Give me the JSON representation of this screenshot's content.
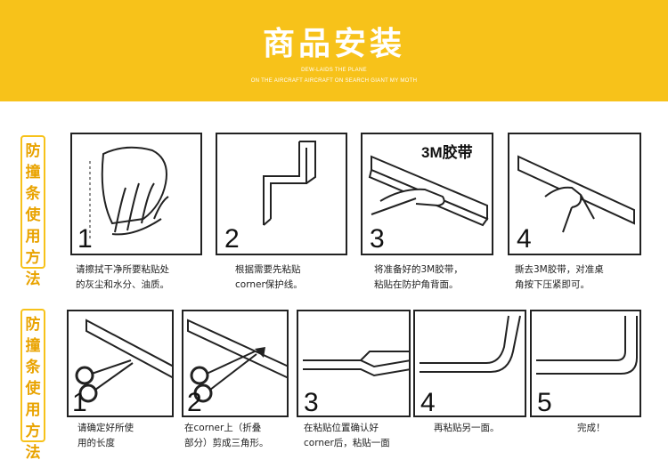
{
  "header": {
    "title": "商品安装",
    "subtitle_line1": "DEW-LAIDS THE PLANE",
    "subtitle_line2": "ON THE AIRCRAFT AIRCRAFT ON SEARCH GIANT MY MOTH"
  },
  "section1": {
    "label": [
      "防",
      "撞",
      "条",
      "使",
      "用",
      "方",
      "法"
    ],
    "steps": [
      {
        "num": "1",
        "caption": "请擦拭干净所要粘贴处\n的灰尘和水分、油质。"
      },
      {
        "num": "2",
        "caption": "根据需要先粘贴\ncorner保护线。"
      },
      {
        "num": "3",
        "tape_label": "3M胶带",
        "caption": "将准备好的3M胶带，\n粘贴在防护角背面。"
      },
      {
        "num": "4",
        "caption": "撕去3M胶带，对准桌\n角按下压紧即可。"
      }
    ]
  },
  "section2": {
    "label": [
      "防",
      "撞",
      "条",
      "使",
      "用",
      "方",
      "法"
    ],
    "steps": [
      {
        "num": "1",
        "caption": "请确定好所使\n用的长度"
      },
      {
        "num": "2",
        "caption": "在corner上（折叠\n部分）剪成三角形。"
      },
      {
        "num": "3",
        "caption": "在粘贴位置确认好\ncorner后，粘贴一面"
      },
      {
        "num": "4",
        "caption": "再粘贴另一面。"
      },
      {
        "num": "5",
        "caption": "完成！"
      }
    ]
  },
  "colors": {
    "banner": "#f7c21a",
    "label_text": "#e9a300",
    "line": "#222222"
  }
}
